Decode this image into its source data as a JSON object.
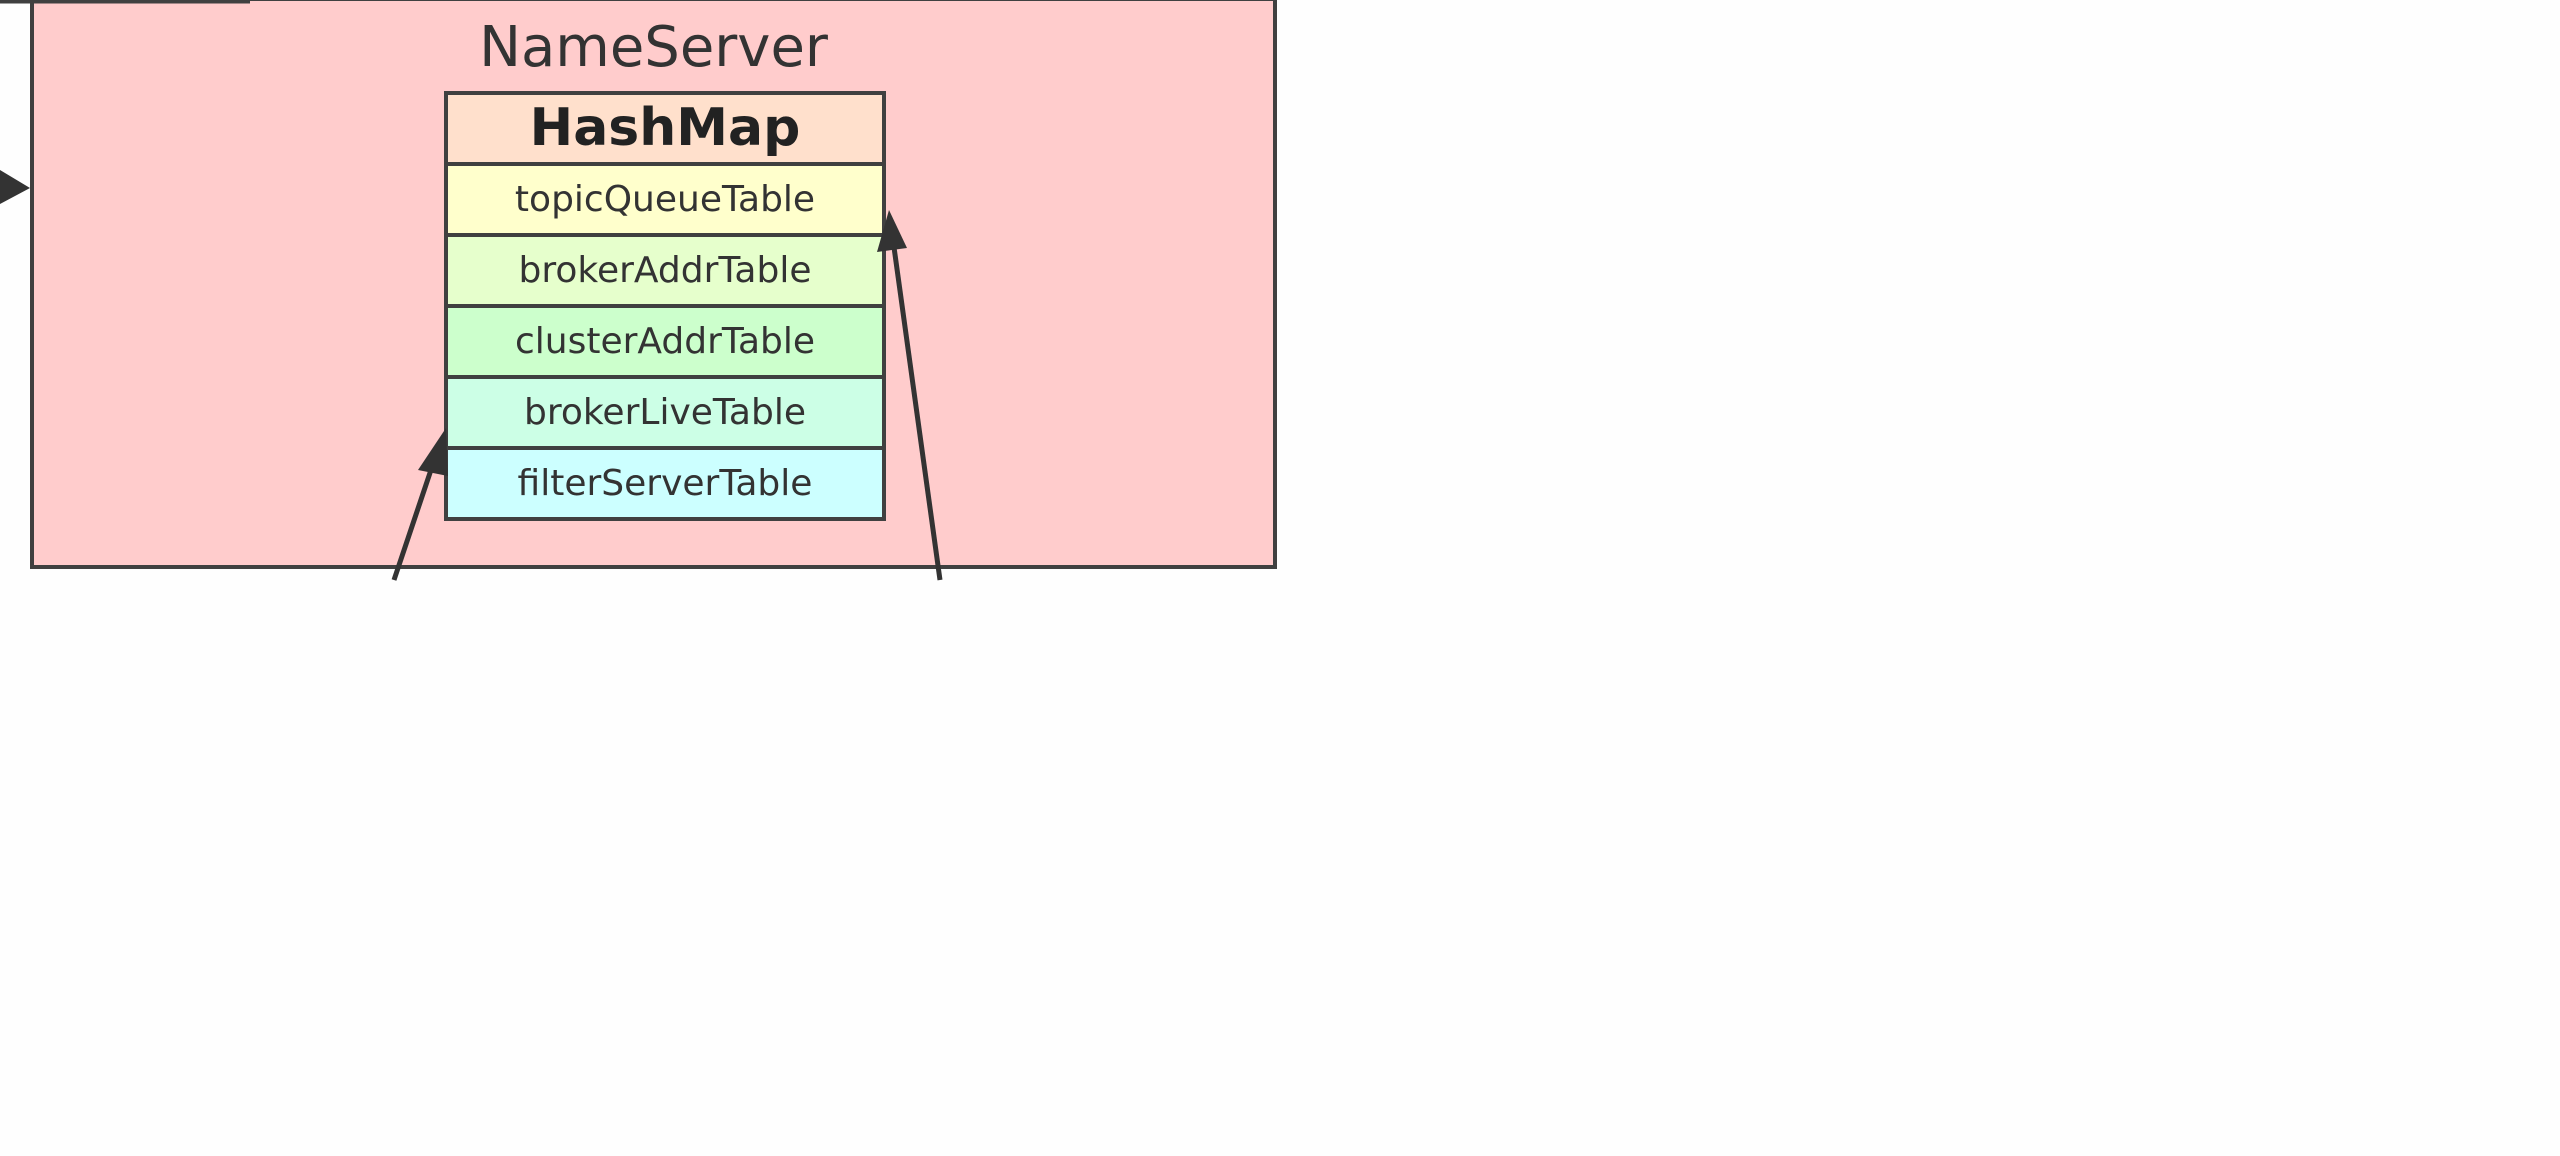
{
  "nameserver": {
    "title": "NameServer",
    "fill": "#ffcccc",
    "stroke": "#404040"
  },
  "hashmap": {
    "header": "HashMap",
    "header_fill": "#ffe0cc",
    "rows": [
      {
        "label": "topicQueueTable",
        "fill": "#ffffcc"
      },
      {
        "label": "brokerAddrTable",
        "fill": "#e6ffcc"
      },
      {
        "label": "clusterAddrTable",
        "fill": "#ccffcc"
      },
      {
        "label": "brokerLiveTable",
        "fill": "#ccffe6"
      },
      {
        "label": "filterServerTable",
        "fill": "#ccffff"
      }
    ]
  }
}
